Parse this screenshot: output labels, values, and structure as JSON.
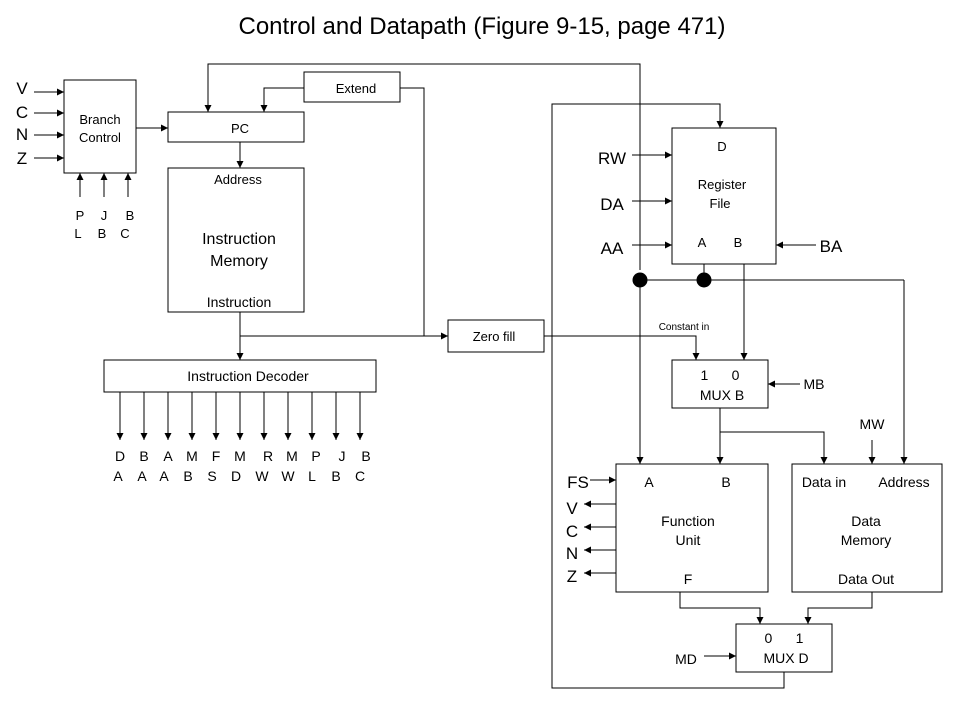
{
  "title": "Control and Datapath (Figure 9-15, page 471)",
  "branch_control": {
    "label_line1": "Branch",
    "label_line2": "Control",
    "flags": [
      "V",
      "C",
      "N",
      "Z"
    ],
    "inputs_top": [
      "P",
      "J",
      "B"
    ],
    "inputs_bottom": [
      "L",
      "B",
      "C"
    ]
  },
  "pc": {
    "label": "PC"
  },
  "extend": {
    "label": "Extend"
  },
  "instruction_memory": {
    "address": "Address",
    "name_line1": "Instruction",
    "name_line2": "Memory",
    "output": "Instruction"
  },
  "instruction_decoder": {
    "label": "Instruction Decoder",
    "outputs_top": [
      "D",
      "B",
      "A",
      "M",
      "F",
      "M",
      "R",
      "M",
      "P",
      "J",
      "B"
    ],
    "outputs_bottom": [
      "A",
      "A",
      "A",
      "B",
      "S",
      "D",
      "W",
      "W",
      "L",
      "B",
      "C"
    ]
  },
  "zero_fill": {
    "label": "Zero fill"
  },
  "register_file": {
    "port_d": "D",
    "name_line1": "Register",
    "name_line2": "File",
    "port_a": "A",
    "port_b": "B",
    "controls": [
      "RW",
      "DA",
      "AA"
    ],
    "ba": "BA"
  },
  "constant_in": "Constant in",
  "mux_b": {
    "inputs": "1      0",
    "label": "MUX B",
    "control": "MB"
  },
  "mw": "MW",
  "function_unit": {
    "port_a": "A",
    "port_b": "B",
    "name_line1": "Function",
    "name_line2": "Unit",
    "output": "F",
    "fs": "FS",
    "flags": [
      "V",
      "C",
      "N",
      "Z"
    ]
  },
  "data_memory": {
    "data_in": "Data in",
    "address": "Address",
    "name_line1": "Data",
    "name_line2": "Memory",
    "output": "Data Out"
  },
  "mux_d": {
    "inputs": "0      1",
    "label": "MUX D",
    "control": "MD"
  }
}
